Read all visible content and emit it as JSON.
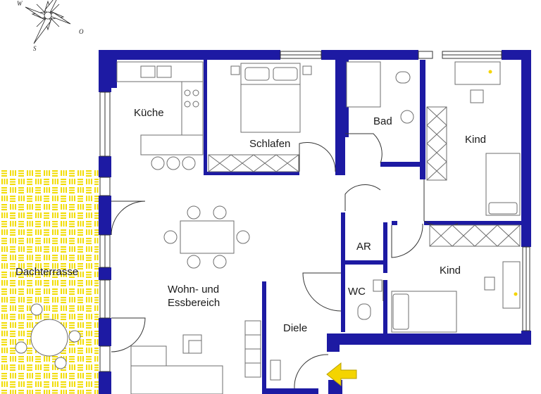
{
  "rooms": {
    "kueche": "Küche",
    "schlafen": "Schlafen",
    "bad": "Bad",
    "kind_top": "Kind",
    "kind_bottom": "Kind",
    "ar": "AR",
    "wc": "WC",
    "diele": "Diele",
    "wohn_line1": "Wohn- und",
    "wohn_line2": "Essbereich",
    "dachterrasse": "Dachterrasse"
  },
  "compass": {
    "w": "W",
    "s": "S",
    "o": "O"
  },
  "colors": {
    "wall": "#1d1aa3",
    "terrace": "#f4e400",
    "furniture": "#6d6d6d",
    "accent": "#f4d400"
  },
  "icons": {
    "entrance": "entrance-arrow-icon",
    "compass": "compass-rose-icon"
  }
}
